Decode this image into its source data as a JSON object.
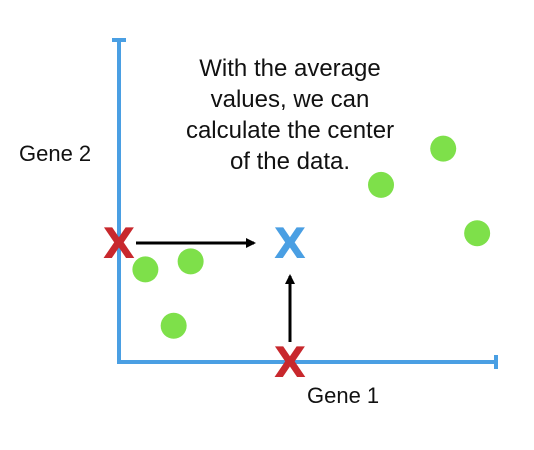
{
  "caption": [
    "With the average",
    "values, we can",
    "calculate the center",
    "of the data."
  ],
  "axes": {
    "x_label": "Gene 1",
    "y_label": "Gene 2",
    "color": "#4a9fe3"
  },
  "chart_data": {
    "type": "scatter",
    "xlabel": "Gene 1",
    "ylabel": "Gene 2",
    "points": [
      {
        "x": 1.4,
        "y": 2.3
      },
      {
        "x": 3.8,
        "y": 2.5
      },
      {
        "x": 2.9,
        "y": 0.9
      },
      {
        "x": 13.9,
        "y": 4.4
      },
      {
        "x": 17.2,
        "y": 5.3
      },
      {
        "x": 19.0,
        "y": 3.2
      }
    ],
    "point_color": "#7ee04a",
    "averages": {
      "x": 9.0,
      "y": 3.0,
      "marker_symbol": "X",
      "marker_color": "#c8282d"
    },
    "center": {
      "x": 9.0,
      "y": 3.0,
      "marker_symbol": "X",
      "marker_color": "#4a9fe3"
    },
    "arrow_color": "#000000",
    "xlim": [
      0,
      20
    ],
    "ylim": [
      0,
      8
    ]
  }
}
